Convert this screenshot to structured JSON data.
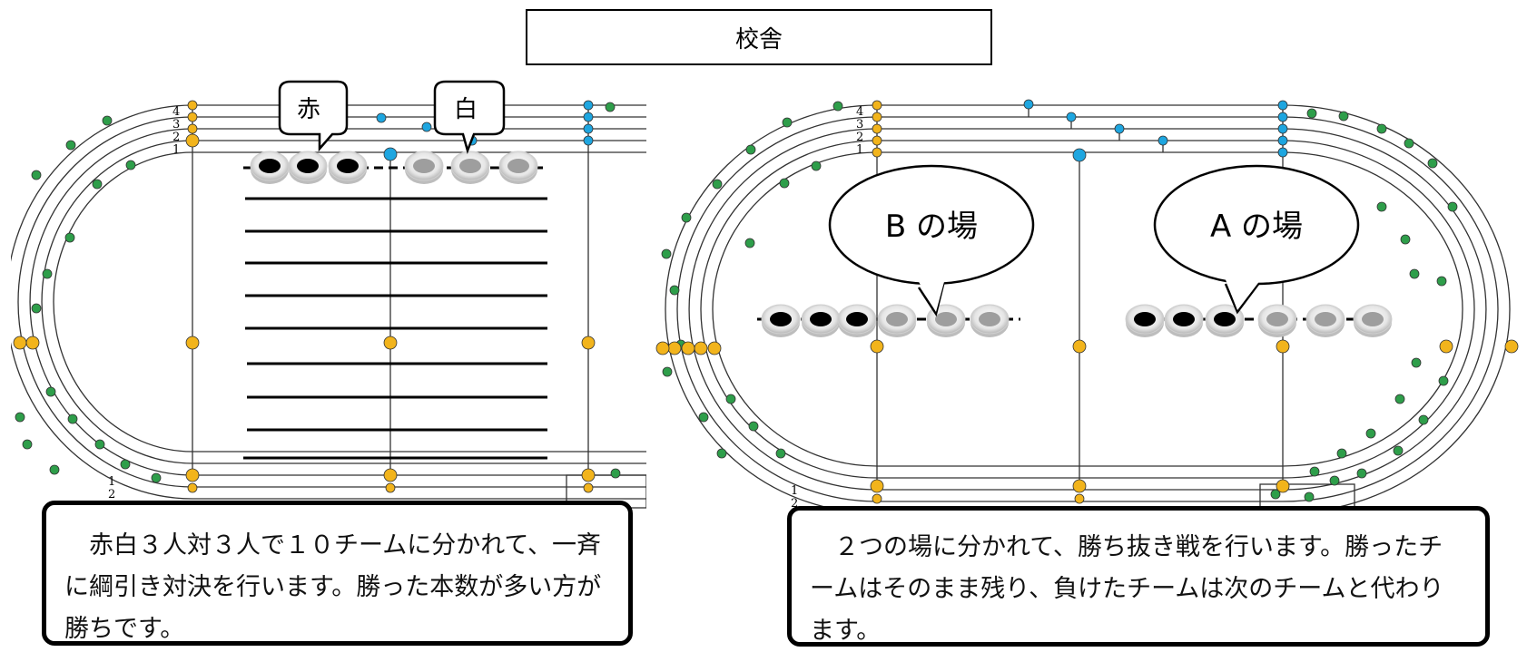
{
  "header": {
    "title": "校舎"
  },
  "left_diagram": {
    "lane_numbers": [
      "4",
      "3",
      "2",
      "1"
    ],
    "bottom_lane_numbers": [
      "1",
      "2"
    ],
    "team_labels": {
      "red": "赤",
      "white": "白"
    }
  },
  "right_diagram": {
    "lane_numbers": [
      "4",
      "3",
      "2",
      "1"
    ],
    "bottom_lane_numbers": [
      "1",
      "2"
    ],
    "field_labels": {
      "b": "B の場",
      "a": "A の場"
    }
  },
  "captions": {
    "left": "　赤白３人対３人で１０チームに分かれて、一斉に綱引き対決を行います。勝った本数が多い方が勝ちです。",
    "right": "　２つの場に分かれて、勝ち抜き戦を行います。勝ったチームはそのまま残り、負けたチームは次のチームと代わります。"
  },
  "colors": {
    "green_marker": "#2e9e4a",
    "orange_marker": "#f2b41c",
    "blue_marker": "#1ea6e0",
    "line": "#333333"
  }
}
